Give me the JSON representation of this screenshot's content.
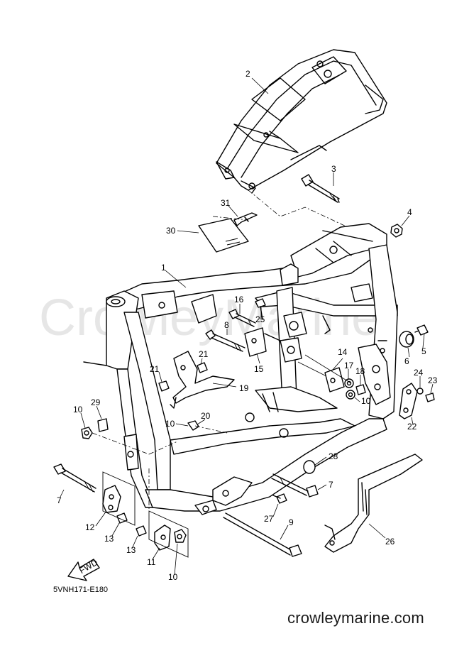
{
  "watermark": "CrowleyMarine",
  "diagram_code": "5VNH171-E180",
  "website": "crowleymarine.com",
  "fwd_label": "FWD",
  "callouts": [
    "1",
    "2",
    "3",
    "4",
    "5",
    "6",
    "7",
    "7",
    "8",
    "9",
    "10",
    "10",
    "10",
    "10",
    "11",
    "12",
    "13",
    "13",
    "14",
    "15",
    "16",
    "17",
    "18",
    "19",
    "20",
    "21",
    "21",
    "22",
    "23",
    "24",
    "25",
    "26",
    "27",
    "28",
    "29",
    "30",
    "31"
  ]
}
